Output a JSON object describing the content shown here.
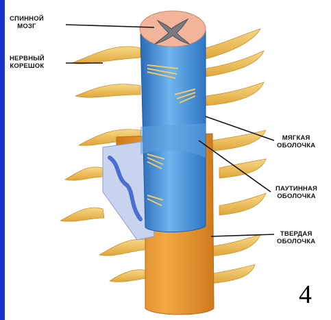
{
  "labels": {
    "spinal_cord": [
      "СПИННОЙ",
      "МОЗГ"
    ],
    "nerve_root": [
      "НЕРВНЫЙ",
      "КОРЕШОК"
    ],
    "pia_mater": [
      "МЯГКАЯ",
      "ОБОЛОЧКА"
    ],
    "arachnoid": [
      "ПАУТИННАЯ",
      "ОБОЛОЧКА"
    ],
    "dura_mater": [
      "ТВЕРДАЯ",
      "ОБОЛОЧКА"
    ]
  },
  "slide_number": "4",
  "colors": {
    "slide_background": "#1a31c8",
    "nerve": "#f0c25a",
    "spinal_cord": "#3f8fd6",
    "dura": "#e8952a",
    "grey_matter": "#7a7a80",
    "vessel": "#4a6fd0"
  }
}
